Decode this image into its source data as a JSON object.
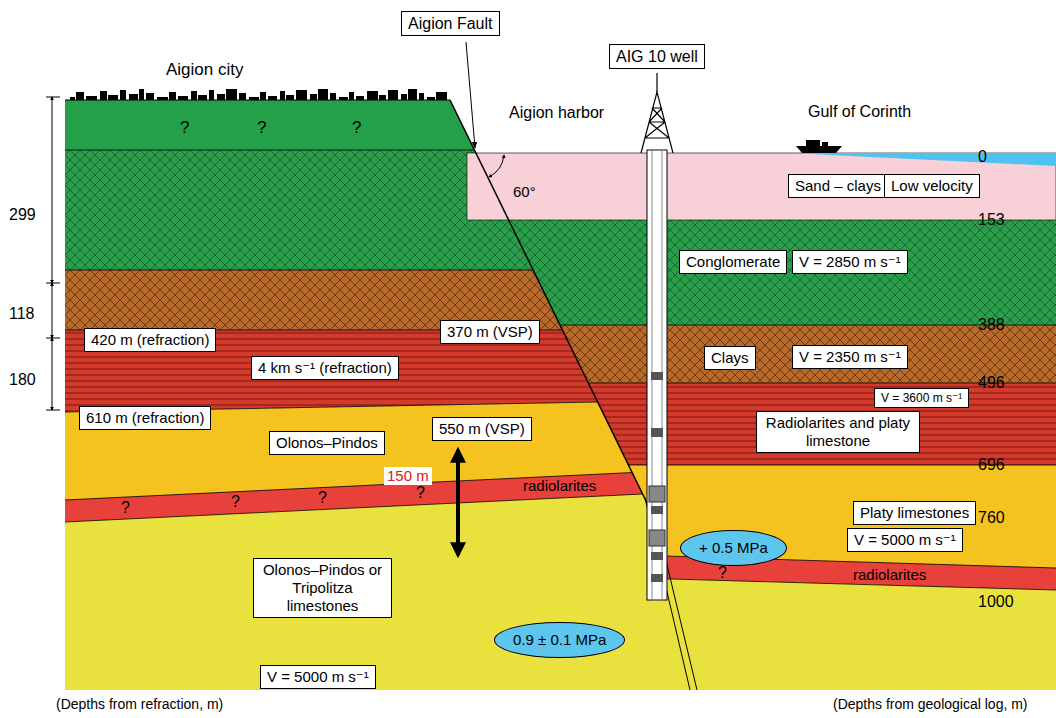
{
  "diagram": {
    "nodes": [
      {
        "text": [
          "Aigion Fault"
        ]
      },
      {
        "text": [
          "AIG 10 well"
        ]
      },
      {
        "text": [
          "Sand – clays"
        ]
      },
      {
        "text": [
          "Low velocity"
        ]
      },
      {
        "text": [
          "Conglomerate"
        ]
      },
      {
        "text": [
          "V = 2850 m s⁻¹"
        ]
      },
      {
        "text": [
          "420 m (refraction)"
        ]
      },
      {
        "text": [
          "370 m (VSP)"
        ]
      },
      {
        "text": [
          "Clays"
        ]
      },
      {
        "text": [
          "V = 2350 m s⁻¹"
        ]
      },
      {
        "text": [
          "4 km s⁻¹ (refraction)"
        ]
      },
      {
        "text": [
          "V = 3600 m s⁻¹"
        ]
      },
      {
        "text": [
          "Radiolarites and platy limestone"
        ]
      },
      {
        "text": [
          "610 m (refraction)"
        ]
      },
      {
        "text": [
          "550 m (VSP)"
        ]
      },
      {
        "text": [
          "Olonos–Pindos"
        ]
      },
      {
        "text": [
          "Platy limestones"
        ]
      },
      {
        "text": [
          "V = 5000 m s⁻¹"
        ]
      },
      {
        "text": [
          "+ 0.5 MPa"
        ]
      },
      {
        "text": [
          "0.9 ± 0.1 MPa"
        ]
      },
      {
        "text": [
          "Olonos–Pindos or Tripolitza limestones"
        ]
      },
      {
        "text": [
          "V = 5000 m s⁻¹"
        ]
      }
    ],
    "labels": [
      "Aigion city",
      "?",
      "?",
      "?",
      "Aigion harbor",
      "Gulf of Corinth",
      "0",
      "60°",
      "299",
      "153",
      "118",
      "388",
      "180",
      "496",
      "150 m",
      "696",
      "radiolarites",
      "?",
      "?",
      "?",
      "?",
      "760",
      "?",
      "radiolarites",
      "1000",
      "(Depths from refraction, m)",
      "(Depths from geological log, m)"
    ]
  }
}
